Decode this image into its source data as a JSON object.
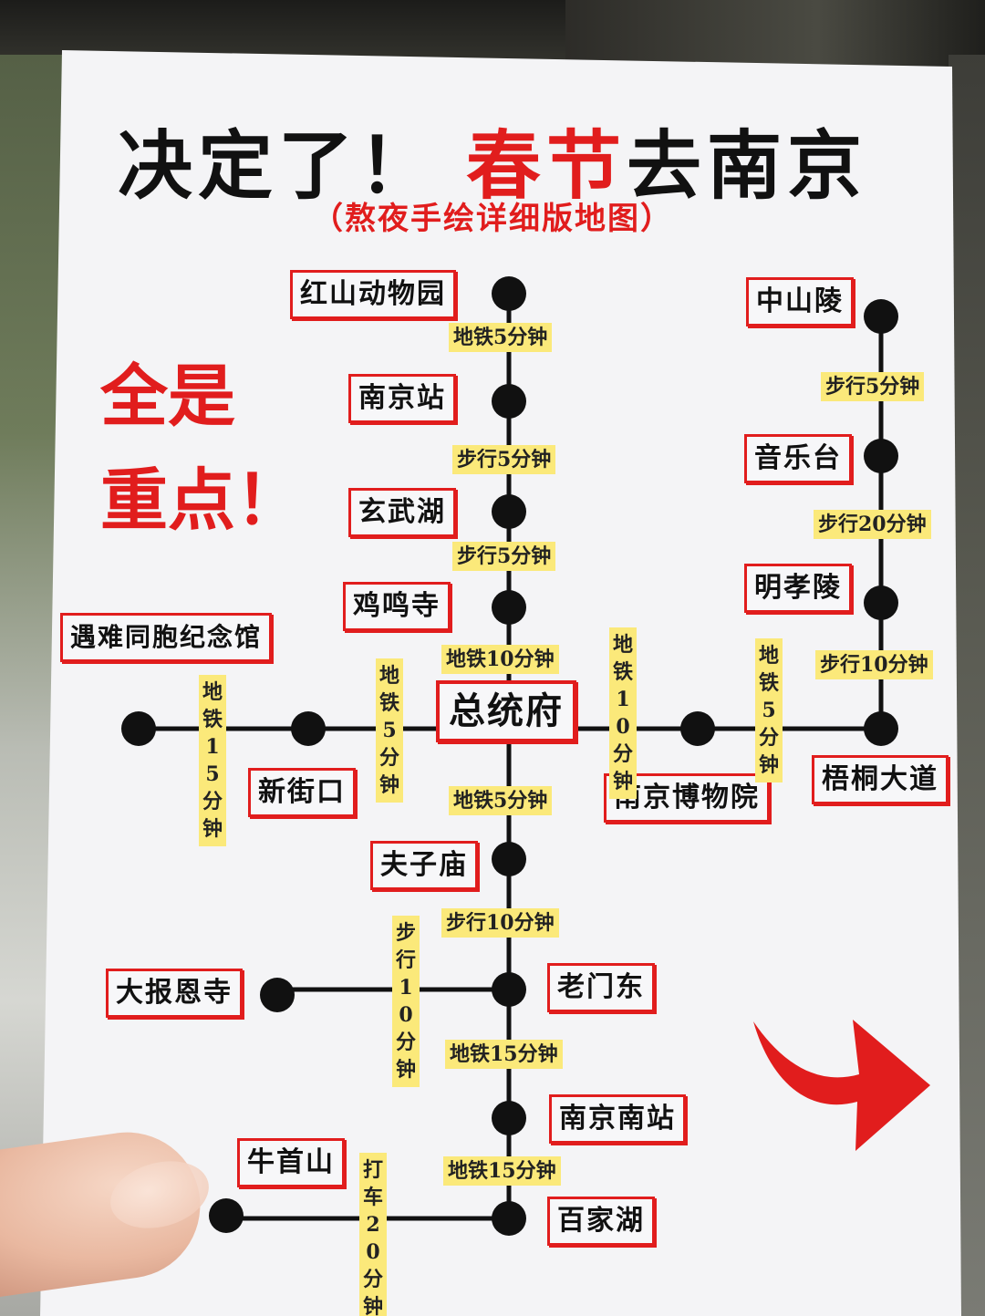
{
  "title": {
    "main": "决定了！",
    "red": "春节",
    "rest": "去南京"
  },
  "subtitle": "（熬夜手绘详细版地图）",
  "slogan": {
    "line1": "全是",
    "line2": "重点！"
  },
  "stations": {
    "hongshan_zoo": "红山动物园",
    "nanjing_station": "南京站",
    "xuanwu_lake": "玄武湖",
    "jiming_temple": "鸡鸣寺",
    "memorial_hall": "遇难同胞纪念馆",
    "presidential_palace": "总统府",
    "xinjiekou": "新街口",
    "nanjing_museum": "南京博物院",
    "wutong_avenue": "梧桐大道",
    "zhongshan_mausoleum": "中山陵",
    "music_stage": "音乐台",
    "ming_xiaoling": "明孝陵",
    "fuzimiao": "夫子庙",
    "bao_en_temple": "大报恩寺",
    "laomendong": "老门东",
    "nanjing_south": "南京南站",
    "niushou_mountain": "牛首山",
    "baijiahu": "百家湖"
  },
  "segments": {
    "zoo_to_station": "地铁5分钟",
    "station_to_xuanwu": "步行5分钟",
    "xuanwu_to_jiming": "步行5分钟",
    "jiming_to_palace": "地铁10分钟",
    "memorial_to_xinjiekou": "地铁15分钟",
    "xinjiekou_to_palace": "地铁5分钟",
    "palace_to_museum": "地铁10分钟",
    "museum_to_wutong": "地铁5分钟",
    "zhongshan_to_music": "步行5分钟",
    "music_to_mingxiaoling": "步行20分钟",
    "mingxiaoling_to_wutong": "步行10分钟",
    "palace_to_fuzimiao": "地铁5分钟",
    "fuzimiao_to_laomendong": "步行10分钟",
    "baoen_to_laomendong": "步行10分钟",
    "laomendong_to_south": "地铁15分钟",
    "south_to_baijiahu": "地铁15分钟",
    "niushou_to_baijiahu": "打车20分钟"
  },
  "colors": {
    "red": "#e11d1d",
    "highlight": "#fbe97a",
    "line": "#111111",
    "paper": "#f4f4f6"
  },
  "icons": {
    "arrow": "red-curved-arrow-icon"
  }
}
